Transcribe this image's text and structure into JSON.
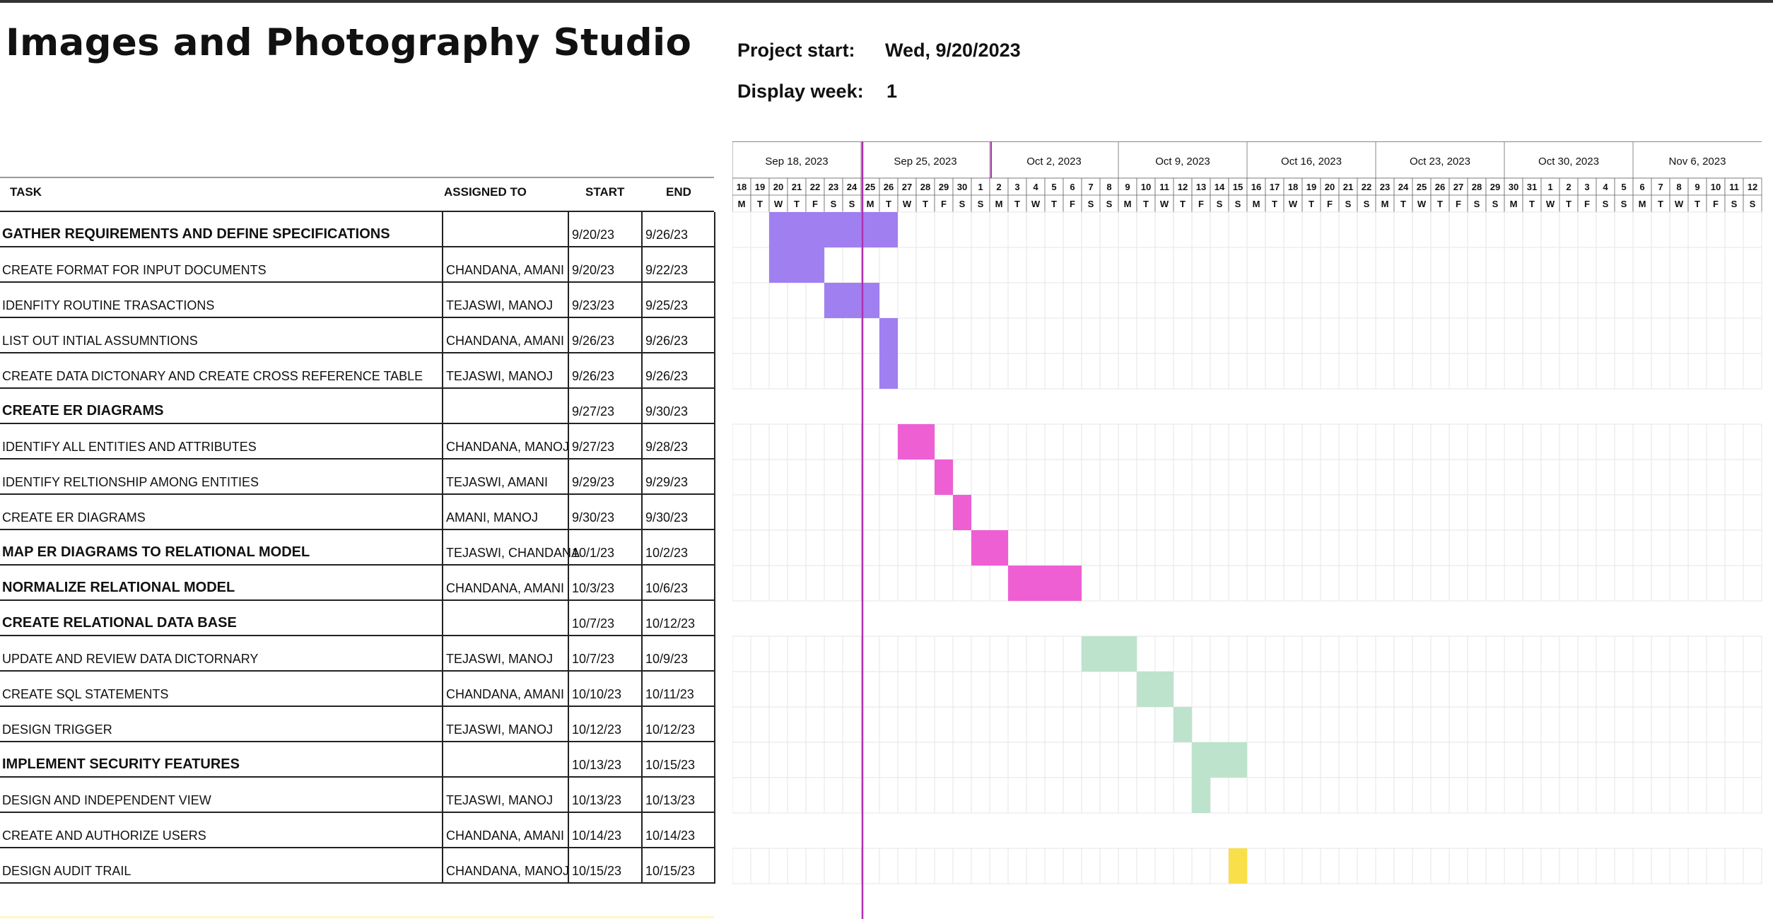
{
  "title": "Images and Photography Studio",
  "project_start_label": "Project start:",
  "project_start_value": "Wed, 9/20/2023",
  "display_week_label": "Display week:",
  "display_week_value": "1",
  "columns": {
    "task": "TASK",
    "assigned": "ASSIGNED TO",
    "start": "START",
    "end": "END"
  },
  "tasks": [
    {
      "name": "GATHER REQUIREMENTS AND DEFINE SPECIFICATIONS",
      "assigned": "",
      "start": "9/20/23",
      "end": "9/26/23",
      "phase": true,
      "color": "#a07ff0",
      "bar_start": "2023-09-20",
      "bar_end": "2023-09-26"
    },
    {
      "name": "CREATE FORMAT FOR INPUT DOCUMENTS",
      "assigned": "CHANDANA, AMANI",
      "start": "9/20/23",
      "end": "9/22/23",
      "phase": false,
      "color": "#a07ff0",
      "bar_start": "2023-09-20",
      "bar_end": "2023-09-22"
    },
    {
      "name": "IDENFITY ROUTINE TRASACTIONS",
      "assigned": "TEJASWI, MANOJ",
      "start": "9/23/23",
      "end": "9/25/23",
      "phase": false,
      "color": "#a07ff0",
      "bar_start": "2023-09-23",
      "bar_end": "2023-09-25"
    },
    {
      "name": "LIST OUT INTIAL ASSUMNTIONS",
      "assigned": "CHANDANA, AMANI",
      "start": "9/26/23",
      "end": "9/26/23",
      "phase": false,
      "color": "#a07ff0",
      "bar_start": "2023-09-26",
      "bar_end": "2023-09-26"
    },
    {
      "name": "CREATE DATA DICTONARY AND CREATE CROSS REFERENCE TABLE",
      "assigned": "TEJASWI, MANOJ",
      "start": "9/26/23",
      "end": "9/26/23",
      "phase": false,
      "color": "#a07ff0",
      "bar_start": "2023-09-26",
      "bar_end": "2023-09-26"
    },
    {
      "name": "CREATE ER DIAGRAMS",
      "assigned": "",
      "start": "9/27/23",
      "end": "9/30/23",
      "phase": true,
      "color": "",
      "bar_start": "",
      "bar_end": ""
    },
    {
      "name": "IDENTIFY ALL ENTITIES AND ATTRIBUTES",
      "assigned": "CHANDANA, MANOJ",
      "start": "9/27/23",
      "end": "9/28/23",
      "phase": false,
      "color": "#ee5fd4",
      "bar_start": "2023-09-27",
      "bar_end": "2023-09-28"
    },
    {
      "name": "IDENTIFY RELTIONSHIP AMONG ENTITIES",
      "assigned": "TEJASWI, AMANI",
      "start": "9/29/23",
      "end": "9/29/23",
      "phase": false,
      "color": "#ee5fd4",
      "bar_start": "2023-09-29",
      "bar_end": "2023-09-29"
    },
    {
      "name": "CREATE ER DIAGRAMS",
      "assigned": " AMANI, MANOJ",
      "start": "9/30/23",
      "end": "9/30/23",
      "phase": false,
      "color": "#ee5fd4",
      "bar_start": "2023-09-30",
      "bar_end": "2023-09-30"
    },
    {
      "name": "MAP ER DIAGRAMS TO RELATIONAL MODEL",
      "assigned": "TEJASWI, CHANDANA",
      "start": "10/1/23",
      "end": "10/2/23",
      "phase": true,
      "color": "#ee5fd4",
      "bar_start": "2023-10-01",
      "bar_end": "2023-10-02"
    },
    {
      "name": "NORMALIZE RELATIONAL MODEL",
      "assigned": "CHANDANA, AMANI",
      "start": "10/3/23",
      "end": "10/6/23",
      "phase": true,
      "color": "#ee5fd4",
      "bar_start": "2023-10-03",
      "bar_end": "2023-10-06"
    },
    {
      "name": "CREATE RELATIONAL DATA BASE",
      "assigned": "",
      "start": "10/7/23",
      "end": "10/12/23",
      "phase": true,
      "color": "",
      "bar_start": "",
      "bar_end": ""
    },
    {
      "name": "UPDATE AND REVIEW DATA DICTORNARY",
      "assigned": "TEJASWI, MANOJ",
      "start": "10/7/23",
      "end": "10/9/23",
      "phase": false,
      "color": "#bde3cc",
      "bar_start": "2023-10-07",
      "bar_end": "2023-10-09"
    },
    {
      "name": "CREATE SQL STATEMENTS",
      "assigned": "CHANDANA, AMANI",
      "start": "10/10/23",
      "end": "10/11/23",
      "phase": false,
      "color": "#bde3cc",
      "bar_start": "2023-10-10",
      "bar_end": "2023-10-11"
    },
    {
      "name": "DESIGN TRIGGER",
      "assigned": "TEJASWI, MANOJ",
      "start": "10/12/23",
      "end": "10/12/23",
      "phase": false,
      "color": "#bde3cc",
      "bar_start": "2023-10-12",
      "bar_end": "2023-10-12"
    },
    {
      "name": "IMPLEMENT SECURITY FEATURES",
      "assigned": "",
      "start": "10/13/23",
      "end": "10/15/23",
      "phase": true,
      "color": "#bde3cc",
      "bar_start": "2023-10-13",
      "bar_end": "2023-10-15"
    },
    {
      "name": "DESIGN AND INDEPENDENT VIEW",
      "assigned": "TEJASWI, MANOJ",
      "start": "10/13/23",
      "end": "10/13/23",
      "phase": false,
      "color": "#bde3cc",
      "bar_start": "2023-10-13",
      "bar_end": "2023-10-13"
    },
    {
      "name": "CREATE AND AUTHORIZE USERS",
      "assigned": "CHANDANA, AMANI",
      "start": "10/14/23",
      "end": "10/14/23",
      "phase": false,
      "color": "",
      "bar_start": "",
      "bar_end": ""
    },
    {
      "name": "DESIGN AUDIT TRAIL",
      "assigned": "CHANDANA, MANOJ",
      "start": "10/15/23",
      "end": "10/15/23",
      "phase": false,
      "color": "#f9e04a",
      "bar_start": "2023-10-15",
      "bar_end": "2023-10-15"
    }
  ],
  "gantt": {
    "first_day": "2023-09-18",
    "today": "2023-09-25",
    "week_labels": [
      "Sep 18, 2023",
      "Sep 25, 2023",
      "Oct 2, 2023",
      "Oct 9, 2023",
      "Oct 16, 2023",
      "Oct 23, 2023",
      "Oct 30, 2023",
      "Nov 6, 2023"
    ],
    "day_numbers": [
      "18",
      "19",
      "20",
      "21",
      "22",
      "23",
      "24",
      "25",
      "26",
      "27",
      "28",
      "29",
      "30",
      "1",
      "2",
      "3",
      "4",
      "5",
      "6",
      "7",
      "8",
      "9",
      "10",
      "11",
      "12",
      "13",
      "14",
      "15",
      "16",
      "17",
      "18",
      "19",
      "20",
      "21",
      "22",
      "23",
      "24",
      "25",
      "26",
      "27",
      "28",
      "29",
      "30",
      "31",
      "1",
      "2",
      "3",
      "4",
      "5",
      "6",
      "7",
      "8",
      "9",
      "10",
      "11",
      "12"
    ],
    "weekday_letters": [
      "M",
      "T",
      "W",
      "T",
      "F",
      "S",
      "S"
    ],
    "row_bands": [
      1,
      1,
      1,
      1,
      1,
      0,
      1,
      1,
      1,
      1,
      1,
      0,
      1,
      1,
      1,
      1,
      1,
      0,
      1
    ],
    "grid_color": "#e6e6e6",
    "today_color": "#b030b0"
  }
}
